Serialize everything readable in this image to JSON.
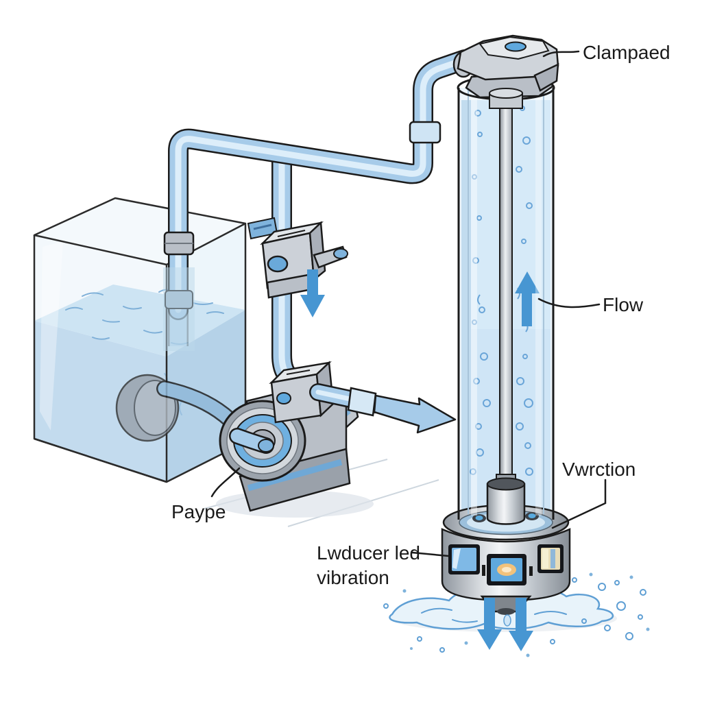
{
  "diagram": {
    "background": "#ffffff",
    "labels": {
      "clamped": "Clampaed",
      "flow": "Flow",
      "vibration_junction": "Vwrction",
      "pump": "Paype",
      "transducer_line1": "Lwducer led",
      "transducer_line2": "vibration"
    },
    "colors": {
      "outline": "#1b1b1b",
      "label_text": "#1a1a1a",
      "arrow_blue": "#4796d2",
      "pipe_blue": "#a6cbe9",
      "pipe_highlight": "#ddeefa",
      "accent_blue": "#5fa8dd",
      "tank_water_front": "#c3dbee",
      "tank_water_side": "#b5d2e8",
      "tank_water_surface": "#cde4f3",
      "cylinder_water": "#d6eaf8",
      "bubble_stroke": "#6aa5d8",
      "splash_fill": "#e8f3fa",
      "metal_light": "#d8dce0",
      "metal_dark": "#868d95",
      "glow_amber": "#f2c27b"
    },
    "icons": [
      {
        "name": "down-arrow-icon"
      },
      {
        "name": "up-arrow-icon"
      },
      {
        "name": "right-arrow-icon"
      },
      {
        "name": "outflow-down-arrows-icon"
      }
    ]
  }
}
